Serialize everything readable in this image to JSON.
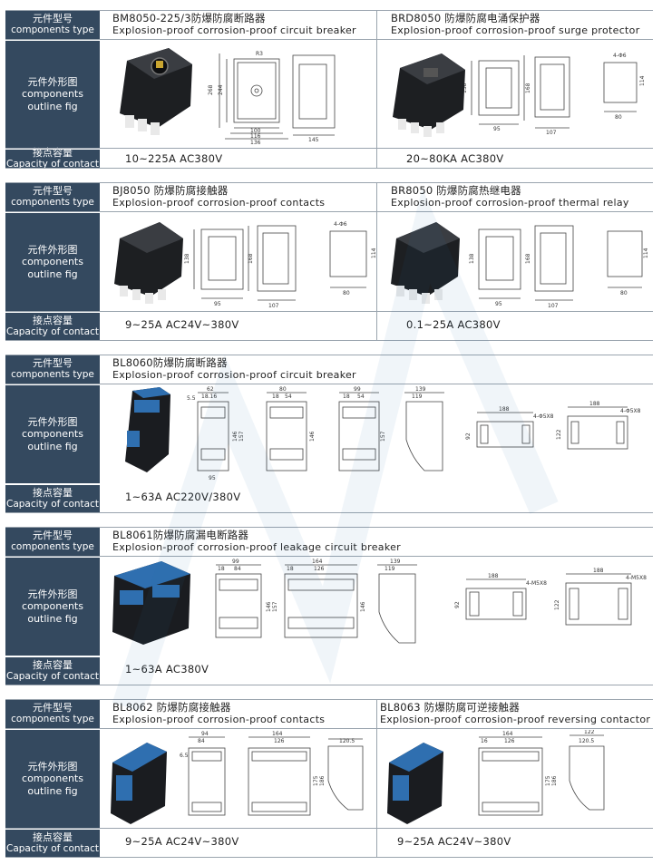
{
  "labels": {
    "type_zh": "元件型号",
    "type_en": "components type",
    "fig_zh": "元件外形图",
    "fig_en1": "components",
    "fig_en2": "outline fig",
    "cap_zh": "接点容量",
    "cap_en": "Capacity of contact"
  },
  "rows": [
    {
      "left": {
        "model": "BM8050-225/3防爆防腐断路器",
        "desc": "Explosion-proof corrosion-proof circuit breaker",
        "capacity": "10~225A AC380V"
      },
      "right": {
        "model": "BRD8050 防爆防腐电涌保护器",
        "desc": "Explosion-proof corrosion-proof surge protector",
        "capacity": "20~80KA AC380V"
      }
    },
    {
      "left": {
        "model": "BJ8050 防爆防腐接触器",
        "desc": "Explosion-proof corrosion-proof contacts",
        "capacity": "9~25A AC24V~380V"
      },
      "right": {
        "model": "BR8050 防爆防腐热继电器",
        "desc": "Explosion-proof corrosion-proof thermal relay",
        "capacity": "0.1~25A AC380V"
      }
    },
    {
      "left": {
        "model": "BL8060防爆防腐断路器",
        "desc": "Explosion-proof corrosion-proof circuit breaker",
        "capacity": "1~63A AC220V/380V"
      }
    },
    {
      "left": {
        "model": "BL8061防爆防腐漏电断路器",
        "desc": "Explosion-proof corrosion-proof leakage circuit breaker",
        "capacity": "1~63A AC380V"
      }
    },
    {
      "left": {
        "model": "BL8062 防爆防腐接触器",
        "desc": "Explosion-proof corrosion-proof contacts",
        "capacity": "9~25A AC24V~380V"
      },
      "right": {
        "model": "BL8063 防爆防腐可逆接触器",
        "desc": "Explosion-proof corrosion-proof reversing contactor",
        "capacity": "9~25A AC24V~380V"
      }
    }
  ],
  "dims": {
    "r1a": [
      "R3",
      "268",
      "244",
      "100",
      "116",
      "136",
      "145"
    ],
    "r1b": [
      "95",
      "107",
      "138",
      "168",
      "114",
      "4-Φ6",
      "80"
    ],
    "r3": [
      "62",
      "18",
      "16",
      "5.5",
      "80",
      "18",
      "54",
      "99",
      "18",
      "54",
      "146",
      "157",
      "95",
      "139",
      "119",
      "92",
      "188",
      "4-Φ5X8",
      "188",
      "4-Φ5X8",
      "122"
    ],
    "r4": [
      "99",
      "18",
      "84",
      "164",
      "126",
      "18",
      "146",
      "157",
      "139",
      "119",
      "188",
      "4-M5X8",
      "188",
      "4-M5X8",
      "92",
      "122"
    ],
    "r5": [
      "94",
      "84",
      "164",
      "126",
      "6.5",
      "175",
      "186",
      "120.5",
      "164",
      "120.5",
      "122",
      "16"
    ]
  },
  "colors": {
    "label_bg": "#34495f",
    "device_blue": "#2f6fb0",
    "device_black": "#1d1f22"
  }
}
